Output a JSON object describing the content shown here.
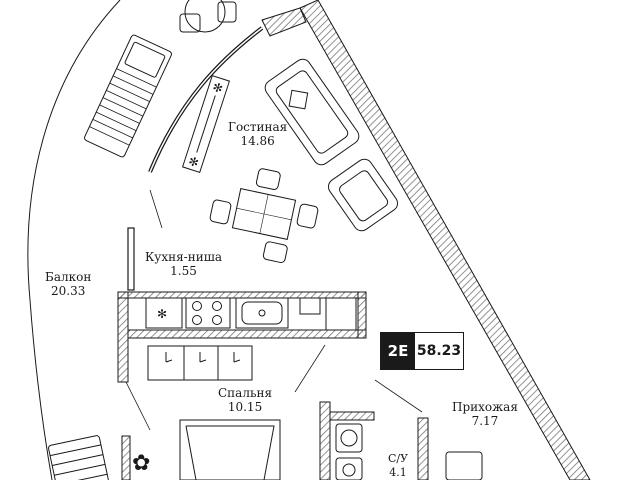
{
  "rooms": [
    {
      "name": "Гостиная",
      "area": "14.86"
    },
    {
      "name": "Кухня-ниша",
      "area": "1.55"
    },
    {
      "name": "Балкон",
      "area": "20.33"
    },
    {
      "name": "Спальня",
      "area": "10.15"
    },
    {
      "name": "Прихожая",
      "area": "7.17"
    },
    {
      "name": "С/У",
      "area": "4.1"
    }
  ],
  "apartment": {
    "type": "2E",
    "total_area": "58.23"
  },
  "colors": {
    "ink": "#1a1a1a",
    "wall": "#555555",
    "hatch": "#9a9a9a"
  }
}
